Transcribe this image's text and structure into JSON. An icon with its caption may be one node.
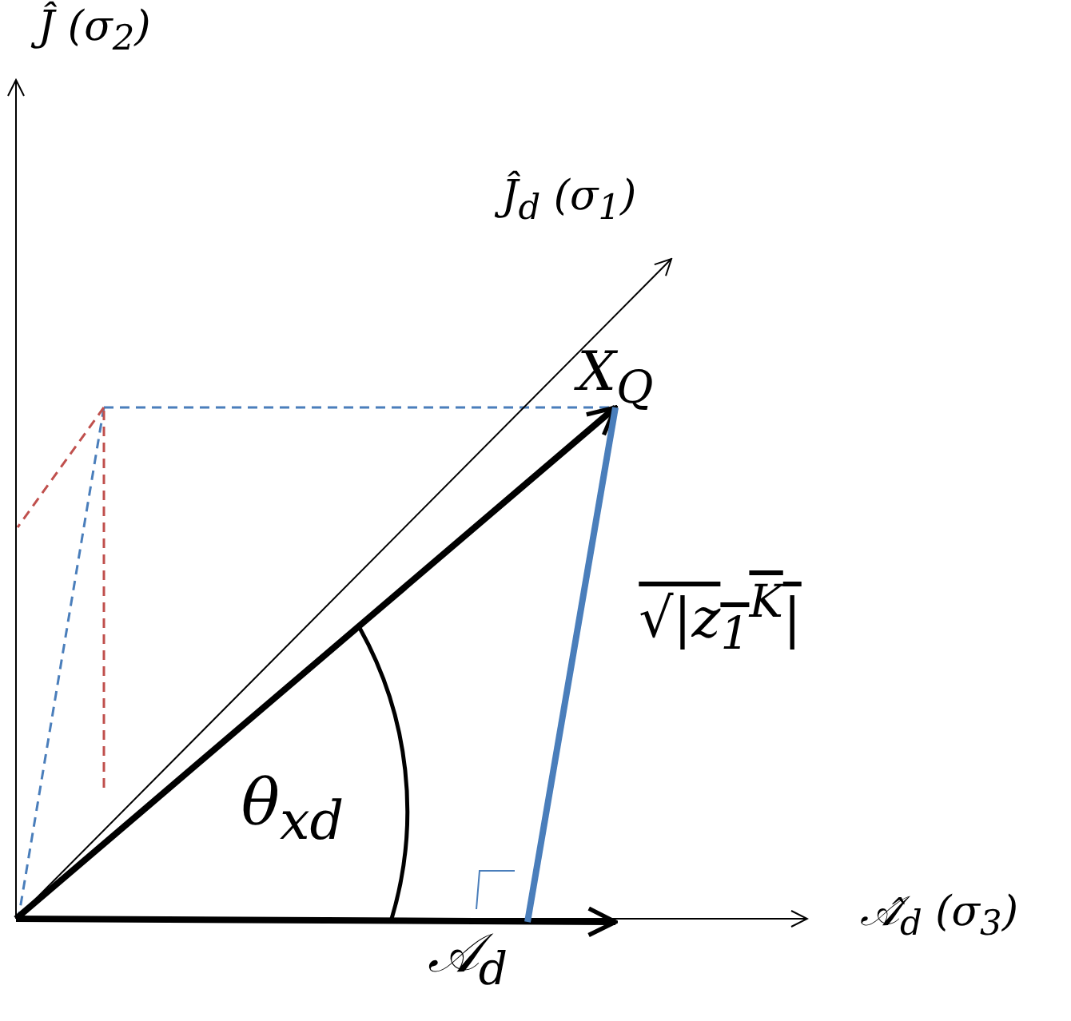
{
  "diagram": {
    "nodes": [
      {
        "text": [
          "Ĵ (σ$_{2}$)"
        ]
      },
      {
        "text": [
          "Ĵ$_{d}$ (σ$_{1}$)"
        ]
      },
      {
        "text": [
          "X$_{Q}$"
        ]
      },
      {
        "text": [
          "𝒜̂$_{d}$ (σ$_{3}$)"
        ]
      },
      {
        "text": [
          "𝒜$_{d}$"
        ]
      }
    ],
    "edges": [
      {
        "from": null,
        "to": 0,
        "arrow": "to"
      },
      {
        "from": null,
        "to": 1,
        "arrow": "to"
      },
      {
        "from": null,
        "to": 3,
        "arrow": "to"
      },
      {
        "from": null,
        "to": 2,
        "arrow": "to",
        "style": "thick"
      },
      {
        "from": null,
        "to": 4,
        "arrow": "to",
        "style": "thick"
      },
      {
        "from": 4,
        "to": 2,
        "arrow": "none",
        "style": "thick",
        "color": "#4a7ebb",
        "label": "√|z$_{1}$$^{K}$|"
      }
    ],
    "labels": [
      "θ$_{xd}$"
    ]
  }
}
